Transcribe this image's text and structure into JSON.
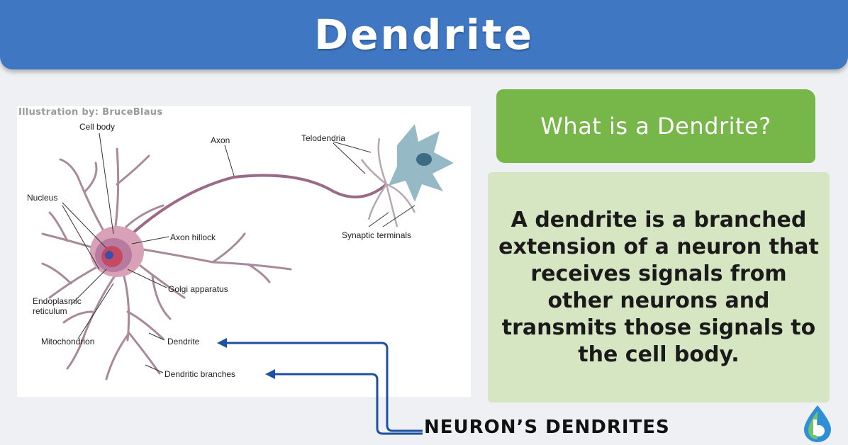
{
  "header": {
    "title": "Dendrite"
  },
  "credit": "Illustration by: BruceBlaus",
  "labels": {
    "cell_body": "Cell body",
    "axon": "Axon",
    "telodendria": "Telodendria",
    "nucleus": "Nucleus",
    "axon_hillock": "Axon hillock",
    "synaptic_terminals": "Synaptic terminals",
    "golgi": "Golgi apparatus",
    "er_line1": "Endoplasmic",
    "er_line2": "reticulum",
    "mitochondrion": "Mitochondrion",
    "dendrite": "Dendrite",
    "dendritic_branches": "Dendritic branches"
  },
  "question": "What is a Dendrite?",
  "definition": "A dendrite is a branched extension of a neuron that receives signals from other neurons and transmits those signals to the cell body.",
  "bottom_label": "NEURON’S DENDRITES",
  "colors": {
    "header_blue": "#3f77c2",
    "banner_green": "#77b649",
    "definition_bg": "#d6e6c2",
    "arrow_blue": "#1f4fa0",
    "neuron_pink": "#c98fa6"
  }
}
